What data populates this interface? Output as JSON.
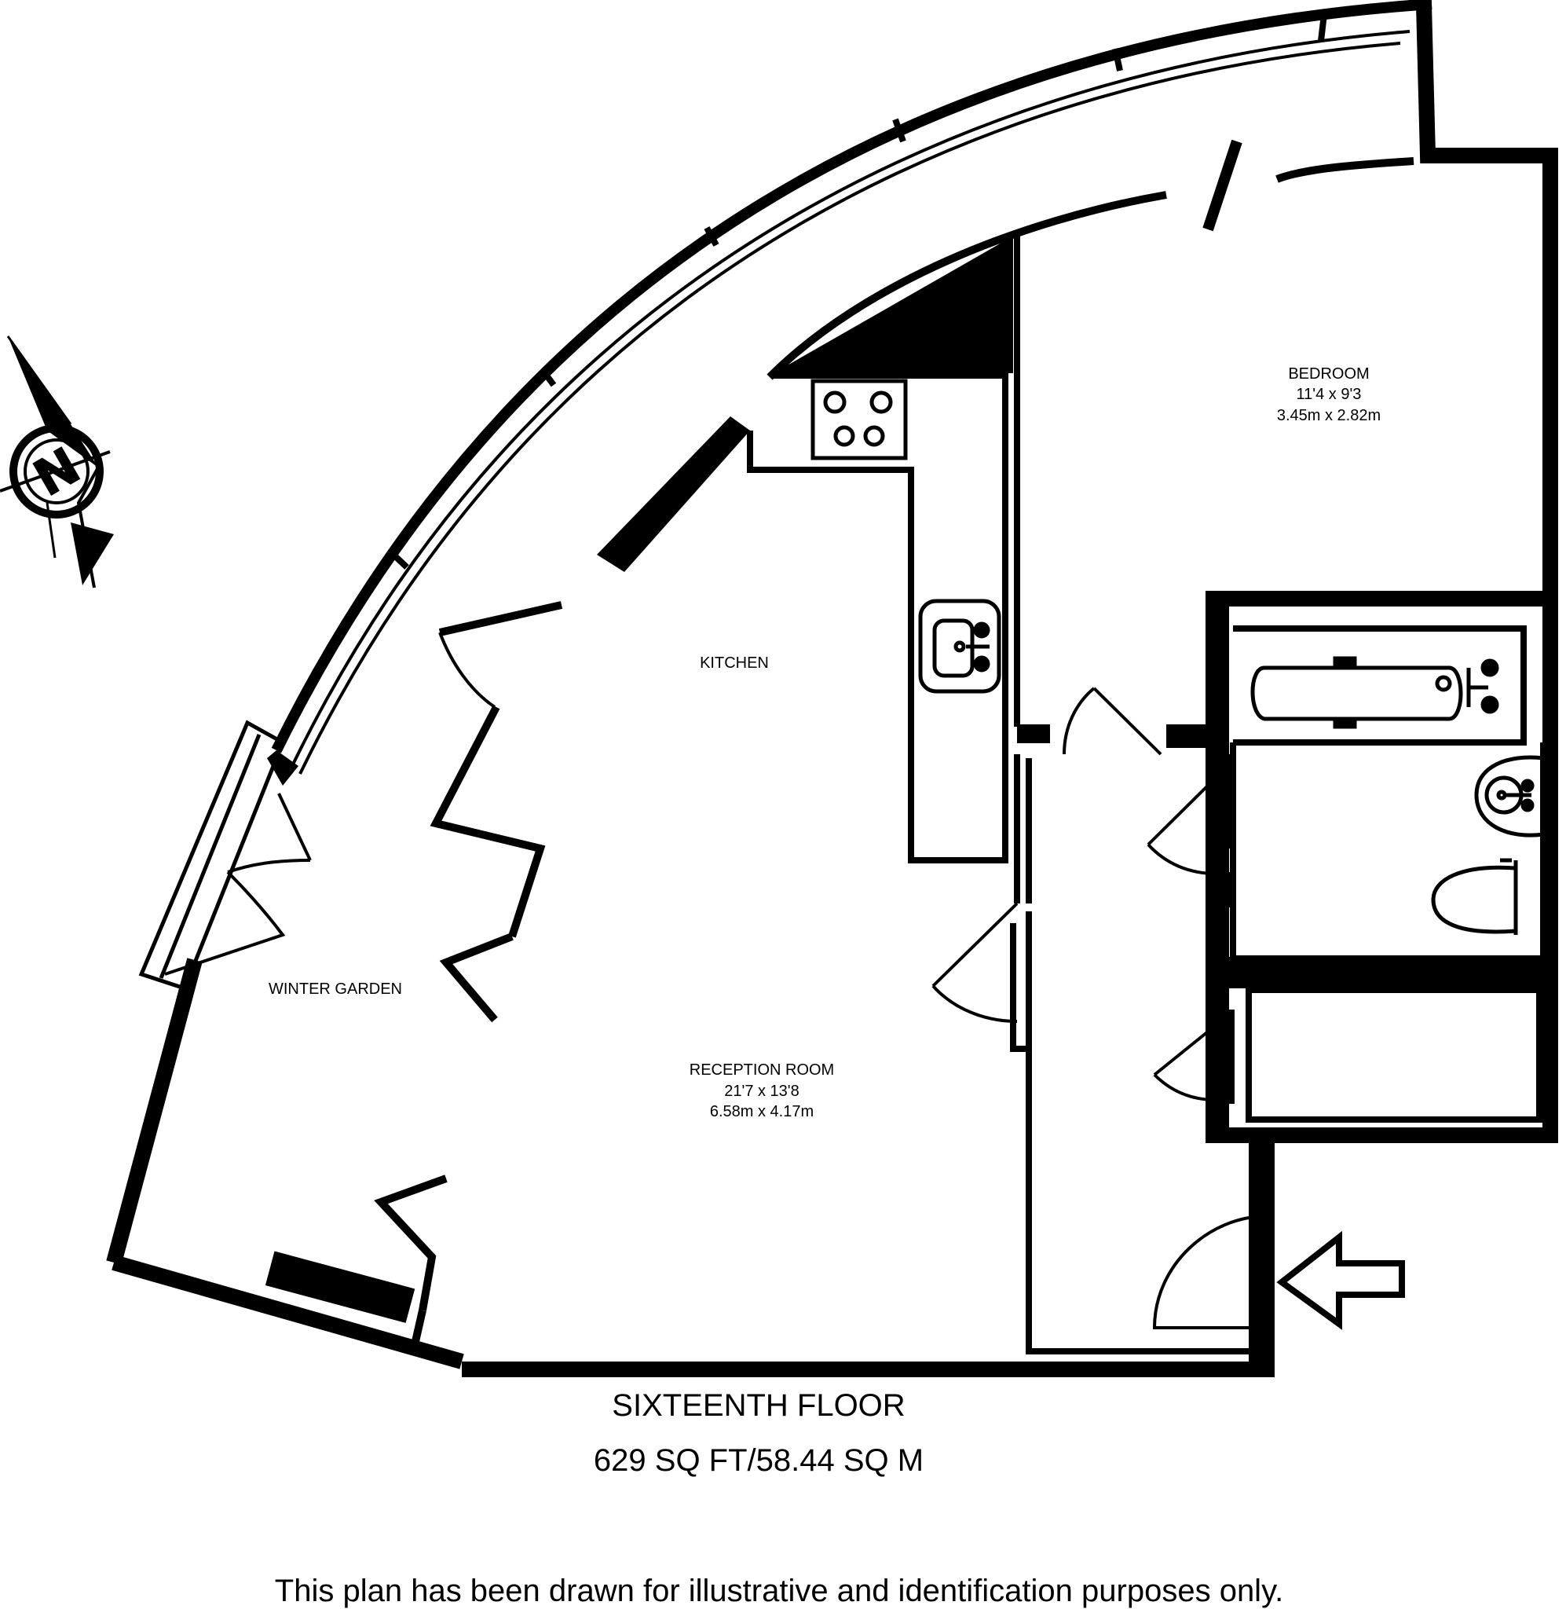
{
  "rooms": {
    "bedroom": {
      "name": "BEDROOM",
      "imperial": "11'4 x 9'3",
      "metric": "3.45m x 2.82m"
    },
    "kitchen": {
      "name": "KITCHEN"
    },
    "winter_garden": {
      "name": "WINTER GARDEN"
    },
    "reception": {
      "name": "RECEPTION ROOM",
      "imperial": "21'7 x 13'8",
      "metric": "6.58m x 4.17m"
    }
  },
  "floor": {
    "name": "SIXTEENTH FLOOR",
    "area": "629 SQ FT/58.44 SQ M"
  },
  "compass": {
    "letter": "N"
  },
  "disclaimer": "This plan has been drawn for illustrative and identification purposes only.",
  "icons": [
    "compass-icon",
    "entrance-arrow-icon",
    "hob-icon",
    "sink-icon",
    "bath-icon",
    "basin-icon",
    "toilet-icon"
  ],
  "colors": {
    "walls": "#000000",
    "background": "#ffffff"
  }
}
